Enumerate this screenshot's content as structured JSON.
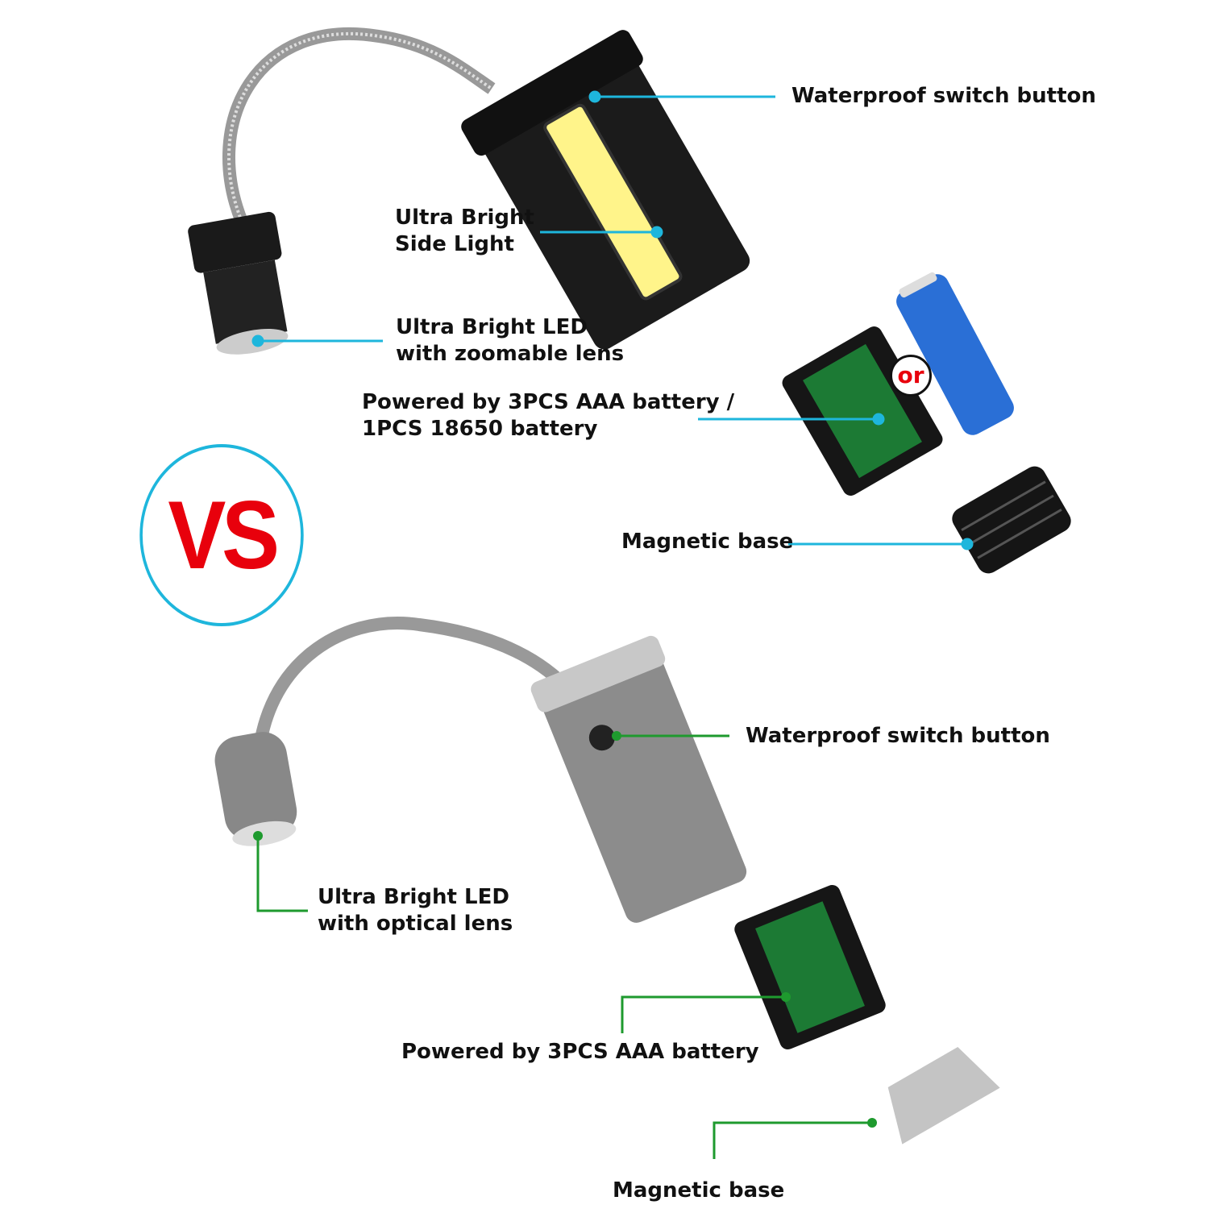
{
  "top_product": {
    "line_color": "#1eb6dc",
    "labels": {
      "switch": "Waterproof switch button",
      "side_light_1": "Ultra Bright",
      "side_light_2": "Side Light",
      "led_1": "Ultra Bright LED",
      "led_2": "with zoomable lens",
      "battery_1": "Powered by 3PCS AAA battery /",
      "battery_2": "1PCS 18650 battery",
      "base": "Magnetic base"
    },
    "or_badge": "or"
  },
  "vs_badge": "VS",
  "bottom_product": {
    "line_color": "#1e9a2e",
    "labels": {
      "switch": "Waterproof switch button",
      "led_1": "Ultra Bright LED",
      "led_2": "with optical lens",
      "battery": "Powered by 3PCS AAA battery",
      "base": "Magnetic base"
    }
  }
}
